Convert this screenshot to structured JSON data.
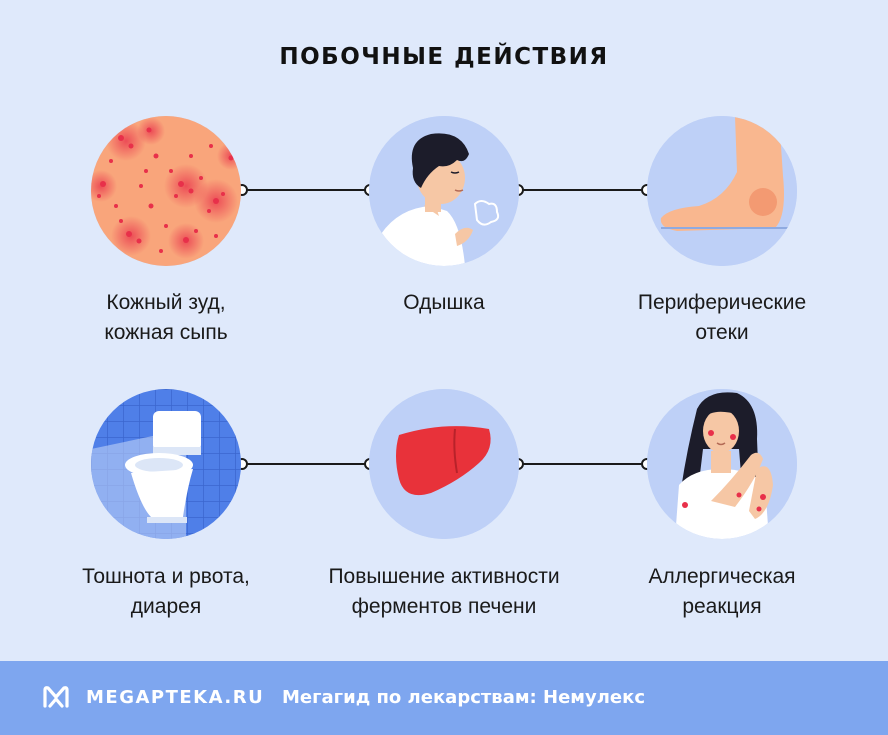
{
  "title": "ПОБОЧНЫЕ ДЕЙСТВИЯ",
  "items": [
    {
      "line1": "Кожный зуд,",
      "line2": "кожная сыпь",
      "icon": "skin-rash-icon"
    },
    {
      "line1": "Одышка",
      "line2": "",
      "icon": "shortness-of-breath-icon"
    },
    {
      "line1": "Периферические",
      "line2": "отеки",
      "icon": "swollen-foot-icon"
    },
    {
      "line1": "Тошнота и рвота,",
      "line2": "диарея",
      "icon": "toilet-icon"
    },
    {
      "line1": "Повышение активности",
      "line2": "ферментов печени",
      "icon": "liver-icon"
    },
    {
      "line1": "Аллергическая",
      "line2": "реакция",
      "icon": "allergic-woman-icon"
    }
  ],
  "footer": {
    "brand": "MEGAPTEKA.RU",
    "tagline": "Мегагид по лекарствам: Немулекс"
  },
  "colors": {
    "background": "#dfe9fb",
    "circle": "#bed0f7",
    "footer": "#7ea6ef",
    "rash": "#e8304a",
    "liver": "#e8323a"
  }
}
